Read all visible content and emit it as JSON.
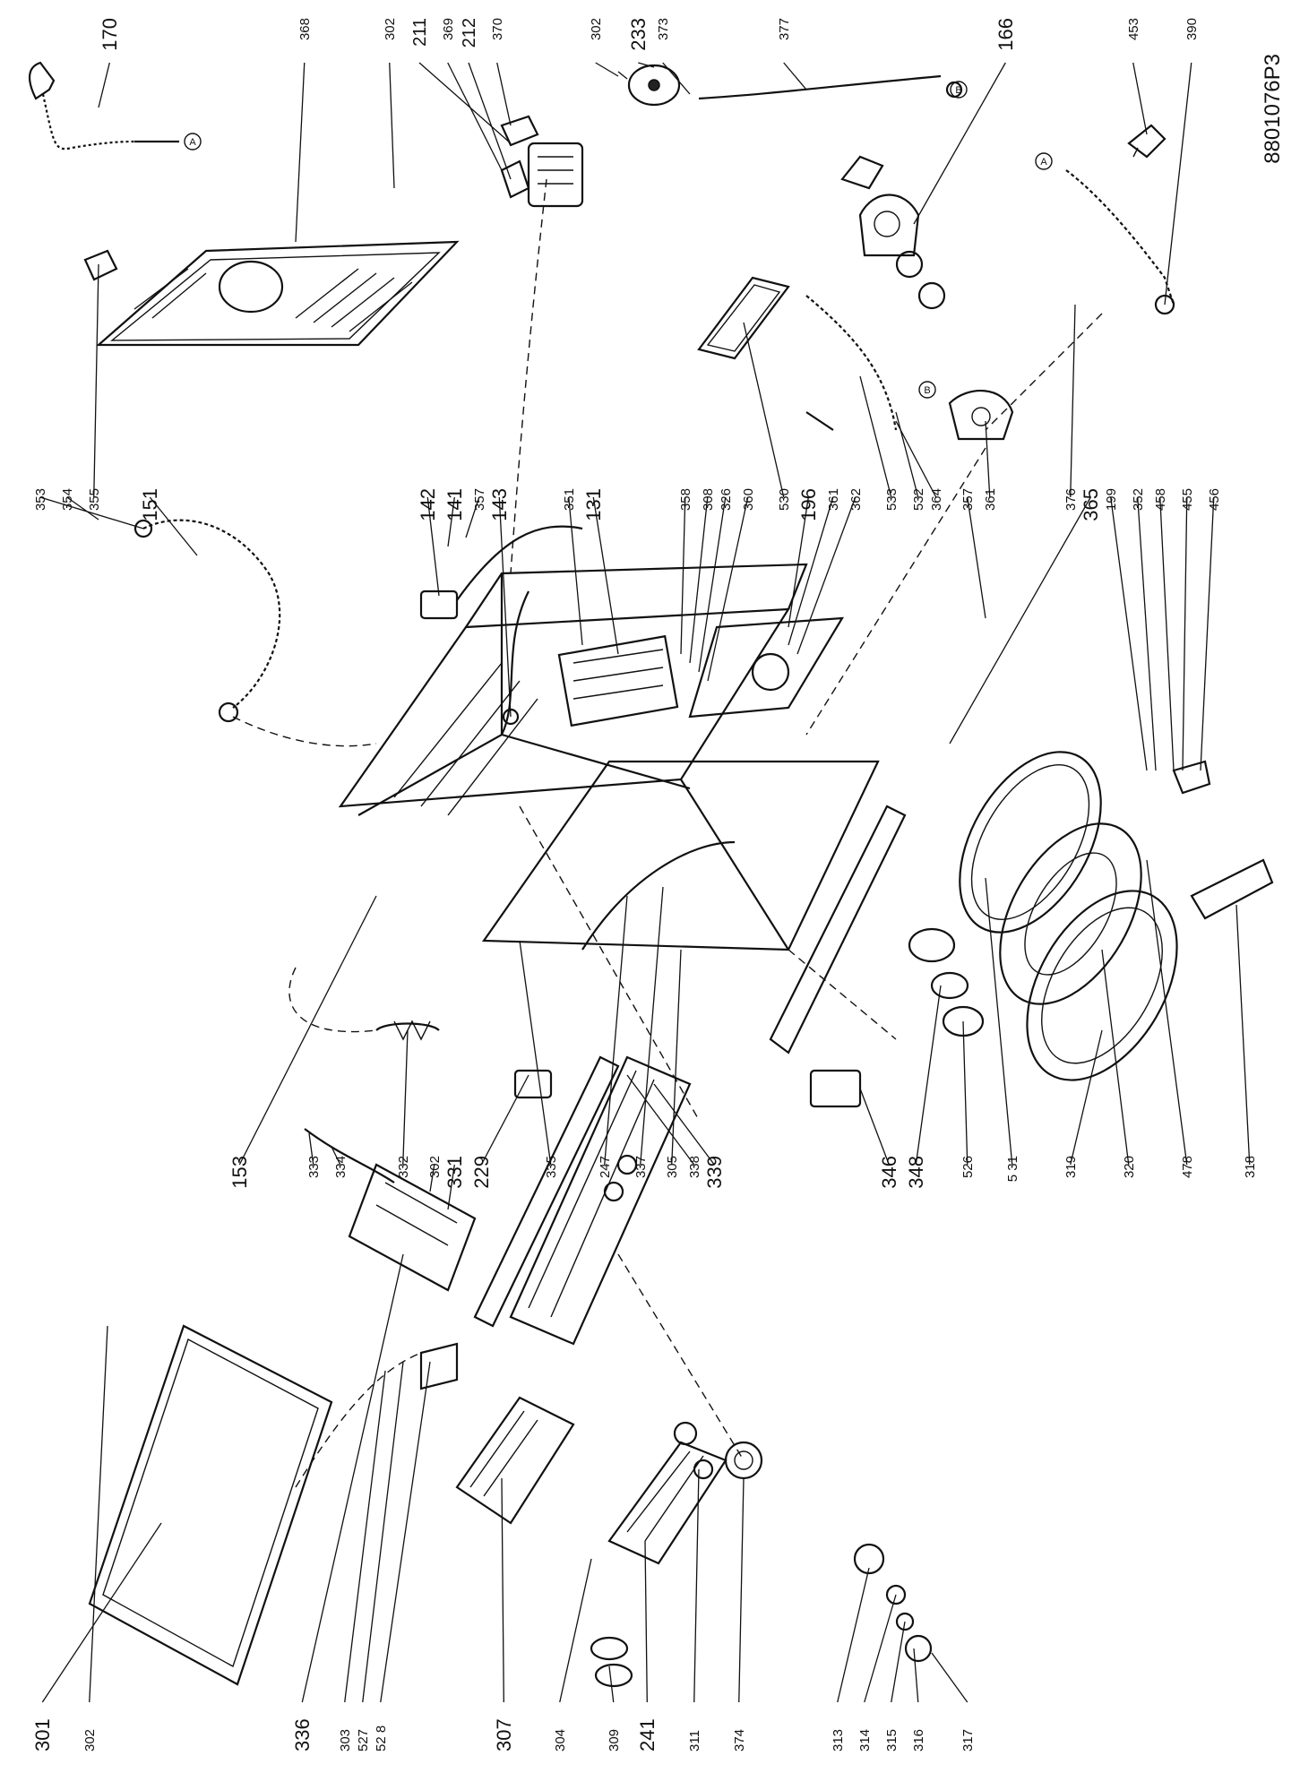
{
  "document_code": "8801076P3",
  "labels_top": [
    {
      "id": "l170",
      "text": "170"
    },
    {
      "id": "l368",
      "text": "368"
    },
    {
      "id": "l302a",
      "text": "302"
    },
    {
      "id": "l211",
      "text": "211"
    },
    {
      "id": "l369",
      "text": "369"
    },
    {
      "id": "l212",
      "text": "212"
    },
    {
      "id": "l370",
      "text": "370"
    },
    {
      "id": "l302b",
      "text": "302"
    },
    {
      "id": "l233",
      "text": "233"
    },
    {
      "id": "l373",
      "text": "373"
    },
    {
      "id": "l377",
      "text": "377"
    },
    {
      "id": "l166",
      "text": "166"
    },
    {
      "id": "l453",
      "text": "453"
    },
    {
      "id": "l390",
      "text": "390"
    }
  ],
  "labels_middle": [
    {
      "id": "l353",
      "text": "353"
    },
    {
      "id": "l354",
      "text": "354"
    },
    {
      "id": "l355",
      "text": "355"
    },
    {
      "id": "l151",
      "text": "151"
    },
    {
      "id": "l142",
      "text": "142"
    },
    {
      "id": "l141",
      "text": "141"
    },
    {
      "id": "l357a",
      "text": "357"
    },
    {
      "id": "l143",
      "text": "143"
    },
    {
      "id": "l351",
      "text": "351"
    },
    {
      "id": "l131",
      "text": "131"
    },
    {
      "id": "l358",
      "text": "358"
    },
    {
      "id": "l308",
      "text": "308"
    },
    {
      "id": "l326",
      "text": "326"
    },
    {
      "id": "l360",
      "text": "360"
    },
    {
      "id": "l530",
      "text": "530"
    },
    {
      "id": "l196",
      "text": "196"
    },
    {
      "id": "l361a",
      "text": "361"
    },
    {
      "id": "l362",
      "text": "362"
    },
    {
      "id": "l533",
      "text": "533"
    },
    {
      "id": "l532",
      "text": "532"
    },
    {
      "id": "l364",
      "text": "364"
    },
    {
      "id": "l357b",
      "text": "357"
    },
    {
      "id": "l361b",
      "text": "361"
    },
    {
      "id": "l376",
      "text": "376"
    },
    {
      "id": "l365",
      "text": "365"
    },
    {
      "id": "l199",
      "text": "199"
    },
    {
      "id": "l352",
      "text": "352"
    },
    {
      "id": "l458",
      "text": "458"
    },
    {
      "id": "l455",
      "text": "455"
    },
    {
      "id": "l456",
      "text": "456"
    }
  ],
  "labels_lower": [
    {
      "id": "l153",
      "text": "153"
    },
    {
      "id": "l333",
      "text": "333"
    },
    {
      "id": "l334",
      "text": "334"
    },
    {
      "id": "l332",
      "text": "332"
    },
    {
      "id": "l302c",
      "text": "302"
    },
    {
      "id": "l331",
      "text": "331"
    },
    {
      "id": "l229",
      "text": "229"
    },
    {
      "id": "l335",
      "text": "335"
    },
    {
      "id": "l247",
      "text": "247"
    },
    {
      "id": "l337",
      "text": "337"
    },
    {
      "id": "l305",
      "text": "305"
    },
    {
      "id": "l338",
      "text": "338"
    },
    {
      "id": "l339",
      "text": "339"
    },
    {
      "id": "l346",
      "text": "346"
    },
    {
      "id": "l348",
      "text": "348"
    },
    {
      "id": "l526",
      "text": "526"
    },
    {
      "id": "l531",
      "text": "5 31"
    },
    {
      "id": "l319",
      "text": "319"
    },
    {
      "id": "l320",
      "text": "320"
    },
    {
      "id": "l478",
      "text": "478"
    },
    {
      "id": "l318",
      "text": "318"
    }
  ],
  "labels_bottom": [
    {
      "id": "l301",
      "text": "301"
    },
    {
      "id": "l302d",
      "text": "302"
    },
    {
      "id": "l336",
      "text": "336"
    },
    {
      "id": "l303",
      "text": "303"
    },
    {
      "id": "l527",
      "text": "527"
    },
    {
      "id": "l528",
      "text": "52 8"
    },
    {
      "id": "l307",
      "text": "307"
    },
    {
      "id": "l304",
      "text": "304"
    },
    {
      "id": "l309",
      "text": "309"
    },
    {
      "id": "l241",
      "text": "241"
    },
    {
      "id": "l311",
      "text": "311"
    },
    {
      "id": "l374",
      "text": "374"
    },
    {
      "id": "l313",
      "text": "313"
    },
    {
      "id": "l314",
      "text": "314"
    },
    {
      "id": "l315",
      "text": "315"
    },
    {
      "id": "l316",
      "text": "316"
    },
    {
      "id": "l317",
      "text": "317"
    }
  ],
  "connector_markers": [
    {
      "id": "mA1",
      "text": "A"
    },
    {
      "id": "mA2",
      "text": "A"
    },
    {
      "id": "mB1",
      "text": "B"
    },
    {
      "id": "mB2",
      "text": "B"
    }
  ]
}
